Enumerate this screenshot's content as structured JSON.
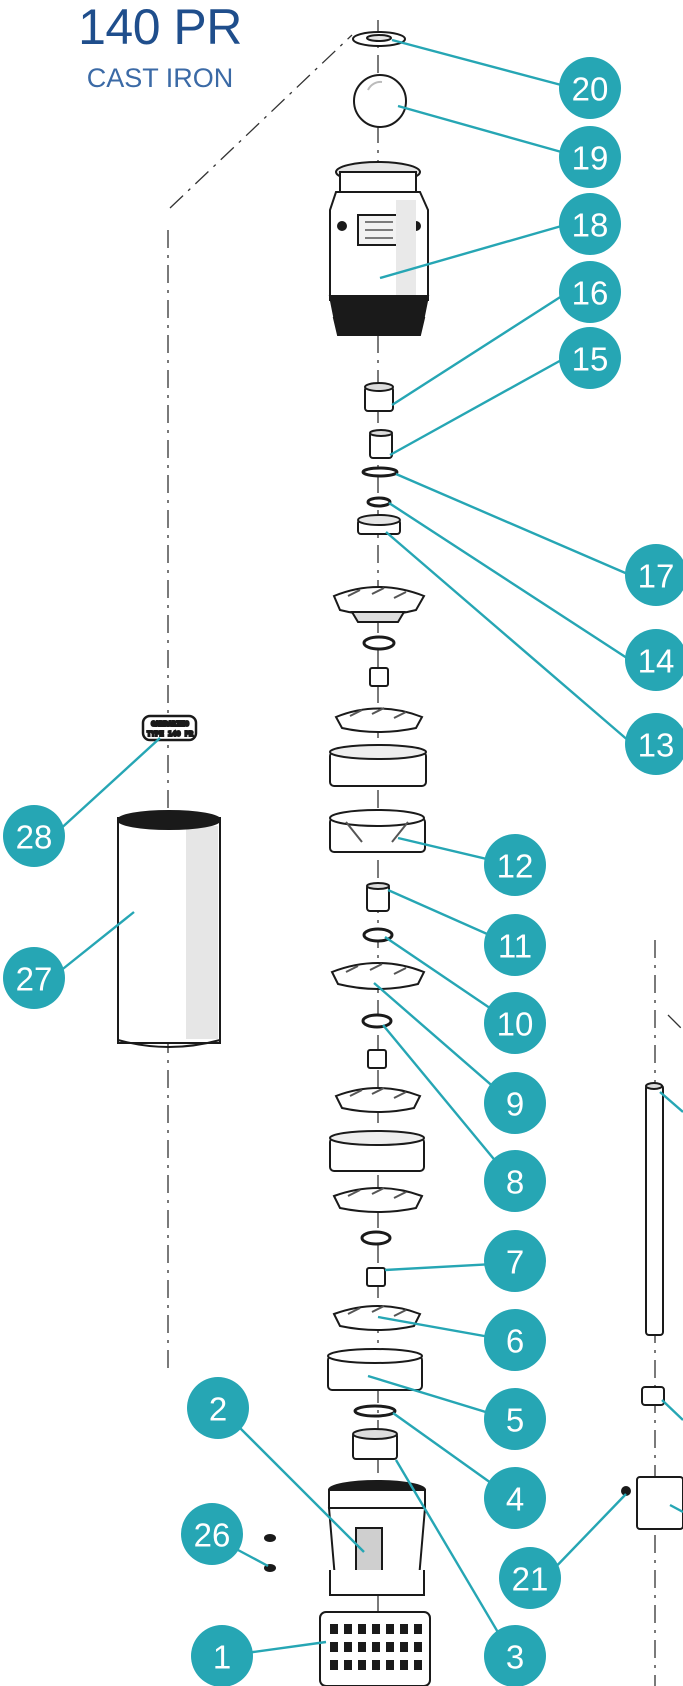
{
  "title": "140 PR",
  "subtitle": "CAST IRON",
  "accent_color": "#26a6b4",
  "callouts": [
    "20",
    "19",
    "18",
    "16",
    "15",
    "17",
    "14",
    "13",
    "28",
    "27",
    "12",
    "11",
    "10",
    "9",
    "8",
    "7",
    "6",
    "5",
    "4",
    "3",
    "2",
    "26",
    "1",
    "21"
  ]
}
